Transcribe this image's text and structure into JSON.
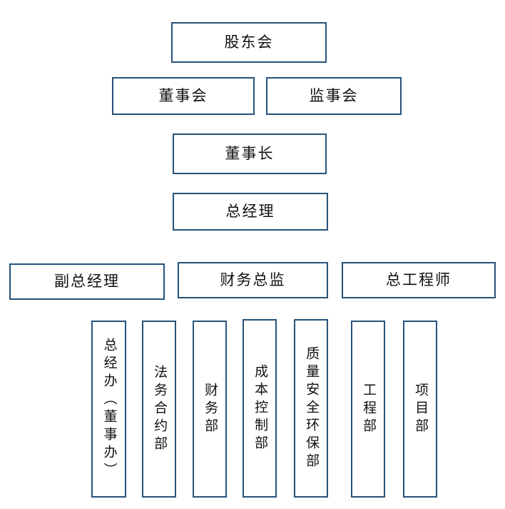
{
  "chart": {
    "type": "org-chart",
    "title": "",
    "border_color": "#26527a",
    "background_color": "#ffffff",
    "text_color": "#111111",
    "levels": [
      {
        "level": 1,
        "orientation": "horizontal",
        "nodes": [
          {
            "label": "股东会"
          }
        ]
      },
      {
        "level": 2,
        "orientation": "horizontal",
        "nodes": [
          {
            "label": "董事会"
          },
          {
            "label": "监事会"
          }
        ]
      },
      {
        "level": 3,
        "orientation": "horizontal",
        "nodes": [
          {
            "label": "董事长"
          }
        ]
      },
      {
        "level": 4,
        "orientation": "horizontal",
        "nodes": [
          {
            "label": "总经理"
          }
        ]
      },
      {
        "level": 5,
        "orientation": "horizontal",
        "nodes": [
          {
            "label": "副总经理"
          },
          {
            "label": "财务总监"
          },
          {
            "label": "总工程师"
          }
        ]
      },
      {
        "level": 6,
        "orientation": "vertical",
        "nodes": [
          {
            "label": "总经办（董事办）"
          },
          {
            "label": "法务合约部"
          },
          {
            "label": "财务部"
          },
          {
            "label": "成本控制部"
          },
          {
            "label": "质量安全环保部"
          },
          {
            "label": "工程部"
          },
          {
            "label": "项目部"
          }
        ]
      }
    ],
    "boxes": {
      "shareholders_meeting": "股东会",
      "board_of_directors": "董事会",
      "board_of_supervisors": "监事会",
      "chairman": "董事长",
      "general_manager": "总经理",
      "deputy_general_manager": "副总经理",
      "financial_director": "财务总监",
      "chief_engineer": "总工程师",
      "gm_office": "总经办（董事办）",
      "legal_contract_dept": "法务合约部",
      "finance_dept": "财务部",
      "cost_control_dept": "成本控制部",
      "quality_safety_env_dept": "质量安全环保部",
      "engineering_dept": "工程部",
      "project_dept": "项目部"
    }
  }
}
